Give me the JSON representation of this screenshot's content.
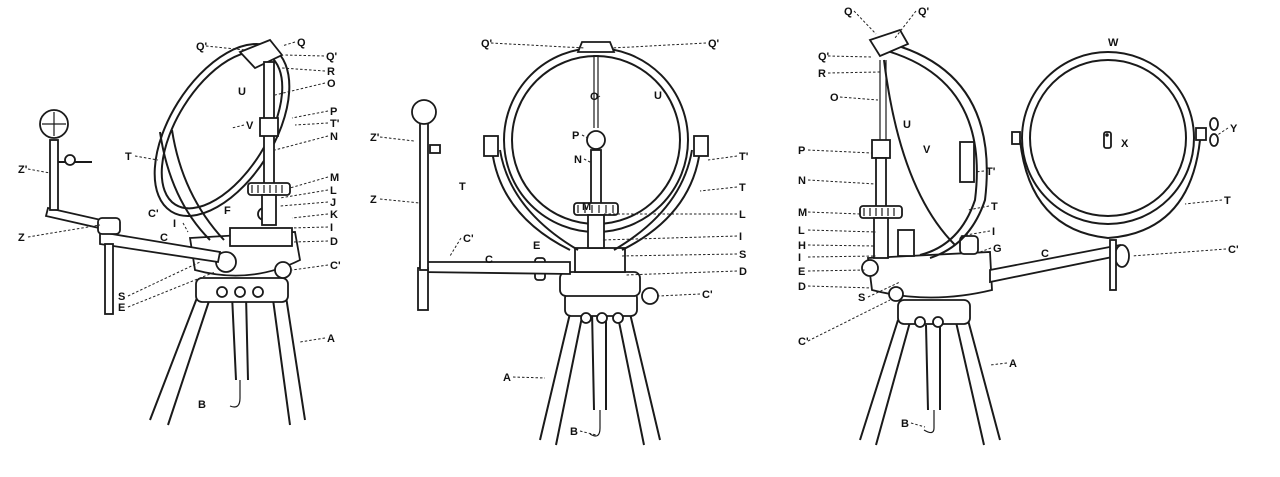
{
  "figures": [
    {
      "name": "left-view",
      "labels": [
        "Q'",
        "Q",
        "Q'",
        "R",
        "O",
        "U",
        "V",
        "P",
        "T'",
        "N",
        "T",
        "Z'",
        "M",
        "L",
        "J",
        "K",
        "I",
        "I",
        "F",
        "C'",
        "C",
        "Z",
        "D",
        "C'",
        "S",
        "E",
        "A",
        "B"
      ]
    },
    {
      "name": "front-view",
      "labels": [
        "Q'",
        "Q'",
        "O",
        "U",
        "P",
        "N",
        "T",
        "Z'",
        "Z",
        "T'",
        "T",
        "M",
        "L",
        "I",
        "E",
        "C'",
        "C",
        "S",
        "D",
        "C'",
        "A",
        "B"
      ]
    },
    {
      "name": "right-view",
      "labels": [
        "Q",
        "Q'",
        "Q'",
        "R",
        "O",
        "U",
        "W",
        "V",
        "P",
        "Y",
        "X",
        "N",
        "T'",
        "M",
        "T",
        "T",
        "L",
        "I",
        "H",
        "I",
        "G",
        "C",
        "C'",
        "E",
        "D",
        "S",
        "C'",
        "A",
        "B"
      ]
    }
  ]
}
